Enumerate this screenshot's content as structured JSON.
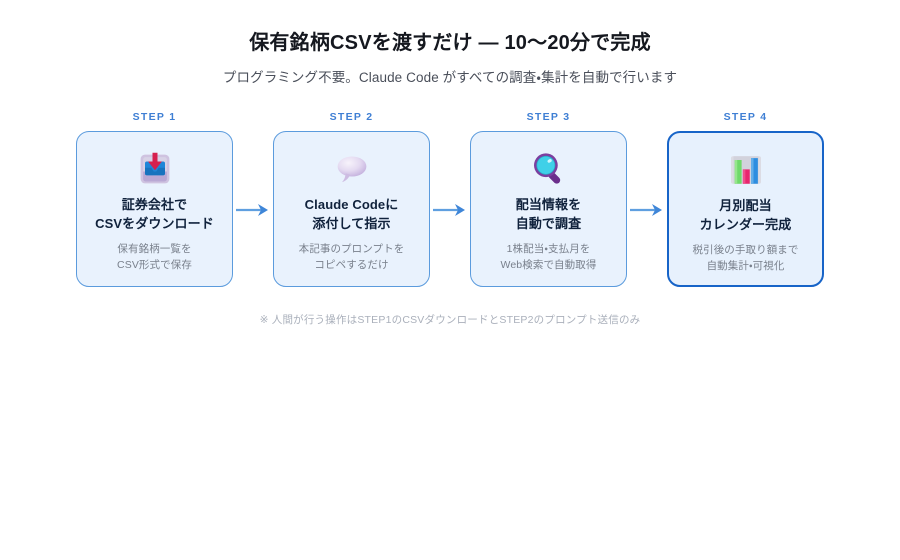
{
  "header": {
    "title": "保有銘柄CSVを渡すだけ ― 10〜20分で完成",
    "subtitle": "プログラミング不要。Claude Code がすべての調査・集計を自動で行います"
  },
  "colors": {
    "card_fill": "#e9f2fd",
    "card_border": "#5b9bdd",
    "card_border_highlight": "#1764c8",
    "step_label": "#3f7fd4",
    "arrow": "#3f86d8",
    "title": "#15181f",
    "desc": "#79808c",
    "footnote": "#aab0bb"
  },
  "flow": {
    "arrow_icon": "arrow-right-icon",
    "steps": [
      {
        "label": "STEP 1",
        "icon": "inbox-tray-download-icon",
        "title": "証券会社で\nCSVをダウンロード",
        "desc": "保有銘柄一覧を\nCSV形式で保存",
        "highlight": false
      },
      {
        "label": "STEP 2",
        "icon": "speech-balloon-icon",
        "title": "Claude Codeに\n添付して指示",
        "desc": "本記事のプロンプトを\nコピペするだけ",
        "highlight": false
      },
      {
        "label": "STEP 3",
        "icon": "magnifying-glass-icon",
        "title": "配当情報を\n自動で調査",
        "desc": "1株配当・支払月を\nWeb検索で自動取得",
        "highlight": false
      },
      {
        "label": "STEP 4",
        "icon": "bar-chart-icon",
        "title": "月別配当\nカレンダー完成",
        "desc": "税引後の手取り額まで\n自動集計・可視化",
        "highlight": true
      }
    ]
  },
  "footnote": "※ 人間が行う操作はSTEP1のCSVダウンロードとSTEP2のプロンプト送信のみ"
}
